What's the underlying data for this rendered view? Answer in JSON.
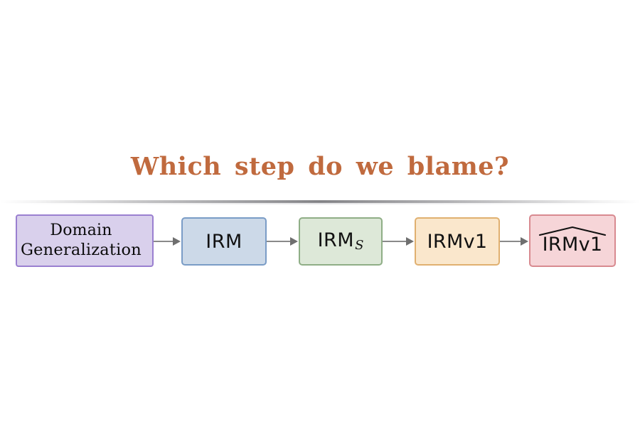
{
  "slide": {
    "background_color": "#ffffff",
    "title": "Which step do we blame?",
    "title_color": "#c06a3e",
    "divider": "gradient-horizontal-rule"
  },
  "pipeline": {
    "orientation": "left-to-right",
    "arrow_color": "#8a8a8a",
    "nodes": [
      {
        "id": "domain-generalization",
        "label": "Domain Generalization",
        "line1": "Domain",
        "line2": "Generalization",
        "fill": "#d9d0ec",
        "border": "#9a7fd0",
        "font": "serif"
      },
      {
        "id": "irm",
        "label": "IRM",
        "fill": "#ccd9e8",
        "border": "#7a9cc6",
        "font": "sans-serif"
      },
      {
        "id": "irm-s",
        "label": "IRM",
        "subscript": "S",
        "subscript_style": "script",
        "fill": "#dde8d8",
        "border": "#8fae86",
        "font": "sans-serif"
      },
      {
        "id": "irmv1",
        "label": "IRMv1",
        "fill": "#fae7cc",
        "border": "#e0b070",
        "font": "sans-serif"
      },
      {
        "id": "irmv1-hat",
        "label": "IRMv1",
        "accent": "wide-hat",
        "fill": "#f6d5d8",
        "border": "#d88a90",
        "font": "sans-serif"
      }
    ],
    "arrows": [
      {
        "id": "arrow-1",
        "from": "domain-generalization",
        "to": "irm"
      },
      {
        "id": "arrow-2",
        "from": "irm",
        "to": "irm-s"
      },
      {
        "id": "arrow-3",
        "from": "irm-s",
        "to": "irmv1"
      },
      {
        "id": "arrow-4",
        "from": "irmv1",
        "to": "irmv1-hat"
      }
    ]
  }
}
